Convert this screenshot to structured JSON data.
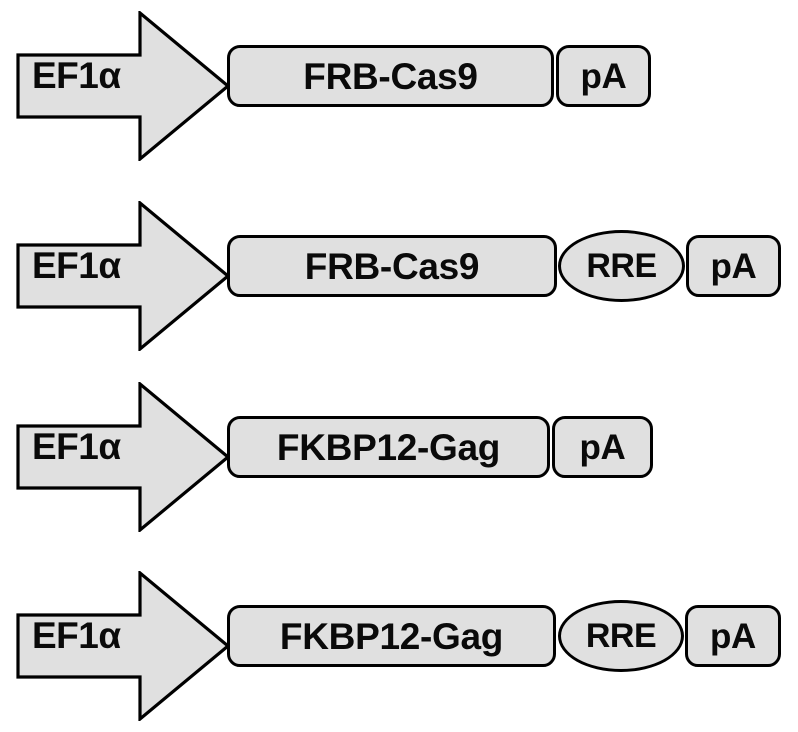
{
  "figure": {
    "type": "gene-construct-diagram",
    "background_color": "#ffffff",
    "element_fill_color": "#e0e0e0",
    "element_stroke_color": "#000000",
    "text_color": "#0a0a0a"
  },
  "constructs": [
    {
      "name": "frb-cas9",
      "promoter": {
        "label": "EF1α",
        "shape": "right-arrow"
      },
      "cds": {
        "label": "FRB-Cas9",
        "shape": "rounded-rect"
      },
      "rre": null,
      "polyA": {
        "label": "pA",
        "shape": "rounded-rect"
      }
    },
    {
      "name": "frb-cas9-rre",
      "promoter": {
        "label": "EF1α",
        "shape": "right-arrow"
      },
      "cds": {
        "label": "FRB-Cas9",
        "shape": "rounded-rect"
      },
      "rre": {
        "label": "RRE",
        "shape": "ellipse"
      },
      "polyA": {
        "label": "pA",
        "shape": "rounded-rect"
      }
    },
    {
      "name": "fkbp12-gag",
      "promoter": {
        "label": "EF1α",
        "shape": "right-arrow"
      },
      "cds": {
        "label": "FKBP12-Gag",
        "shape": "rounded-rect"
      },
      "rre": null,
      "polyA": {
        "label": "pA",
        "shape": "rounded-rect"
      }
    },
    {
      "name": "fkbp12-gag-rre",
      "promoter": {
        "label": "EF1α",
        "shape": "right-arrow"
      },
      "cds": {
        "label": "FKBP12-Gag",
        "shape": "rounded-rect"
      },
      "rre": {
        "label": "RRE",
        "shape": "ellipse"
      },
      "polyA": {
        "label": "pA",
        "shape": "rounded-rect"
      }
    }
  ]
}
